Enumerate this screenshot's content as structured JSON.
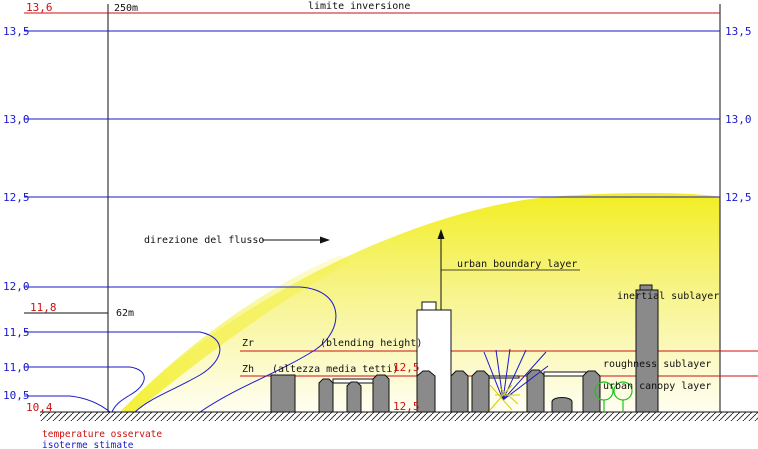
{
  "colors": {
    "isotherm": "#1a1acc",
    "observed": "#cc1111",
    "layer_fill": "#f2ee22",
    "building_fill": "#8a8a8a",
    "tree": "#1ec21e",
    "axis": "#111111"
  },
  "labels": {
    "limite_inversione": "limite inversione",
    "direzione_flusso": "direzione del flusso",
    "urban_boundary_layer": "urban boundary layer",
    "inertial_sublayer": "inertial sublayer",
    "roughness_sublayer": "roughness sublayer",
    "urban_canopy_layer": "urban canopy layer",
    "blending_height": "(blending height)",
    "altezza_media_tetti": "(altezza media tetti)",
    "zr": "Zr",
    "zh": "Zh",
    "height_250": "250m",
    "height_62": "62m"
  },
  "left_axis": {
    "iso_13_5": "13,5",
    "iso_13_0": "13,0",
    "iso_12_5": "12,5",
    "iso_12_0": "12,0",
    "iso_11_5": "11,5",
    "iso_11_0": "11,0",
    "iso_10_5": "10,5",
    "obs_13_6": "13,6",
    "obs_11_8": "11,8",
    "obs_10_4": "10,4"
  },
  "right_axis": {
    "iso_13_5": "13,5",
    "iso_13_0": "13,0",
    "iso_12_5": "12,5"
  },
  "inner_labels": {
    "obs_12_5_top": "12,5",
    "obs_12_5_bottom": "12,5"
  },
  "legend": {
    "observed": "temperature osservate",
    "estimated": "isoterme stimate"
  }
}
